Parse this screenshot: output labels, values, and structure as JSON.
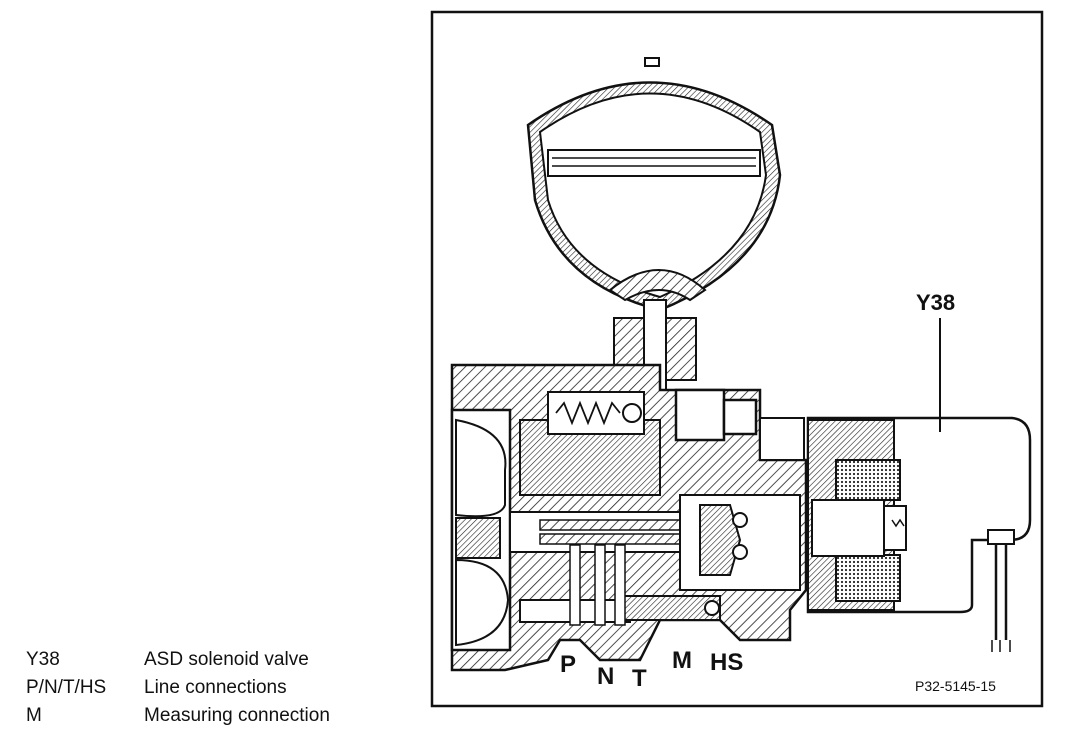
{
  "legend": [
    {
      "code": "Y38",
      "description": "ASD solenoid valve"
    },
    {
      "code": "P/N/T/HS",
      "description": "Line connections"
    },
    {
      "code": "M",
      "description": "Measuring connection"
    }
  ],
  "diagram": {
    "callout": "Y38",
    "ports": {
      "p": "P",
      "n": "N",
      "t": "T",
      "m": "M",
      "hs": "HS"
    },
    "reference": "P32-5145-15"
  }
}
